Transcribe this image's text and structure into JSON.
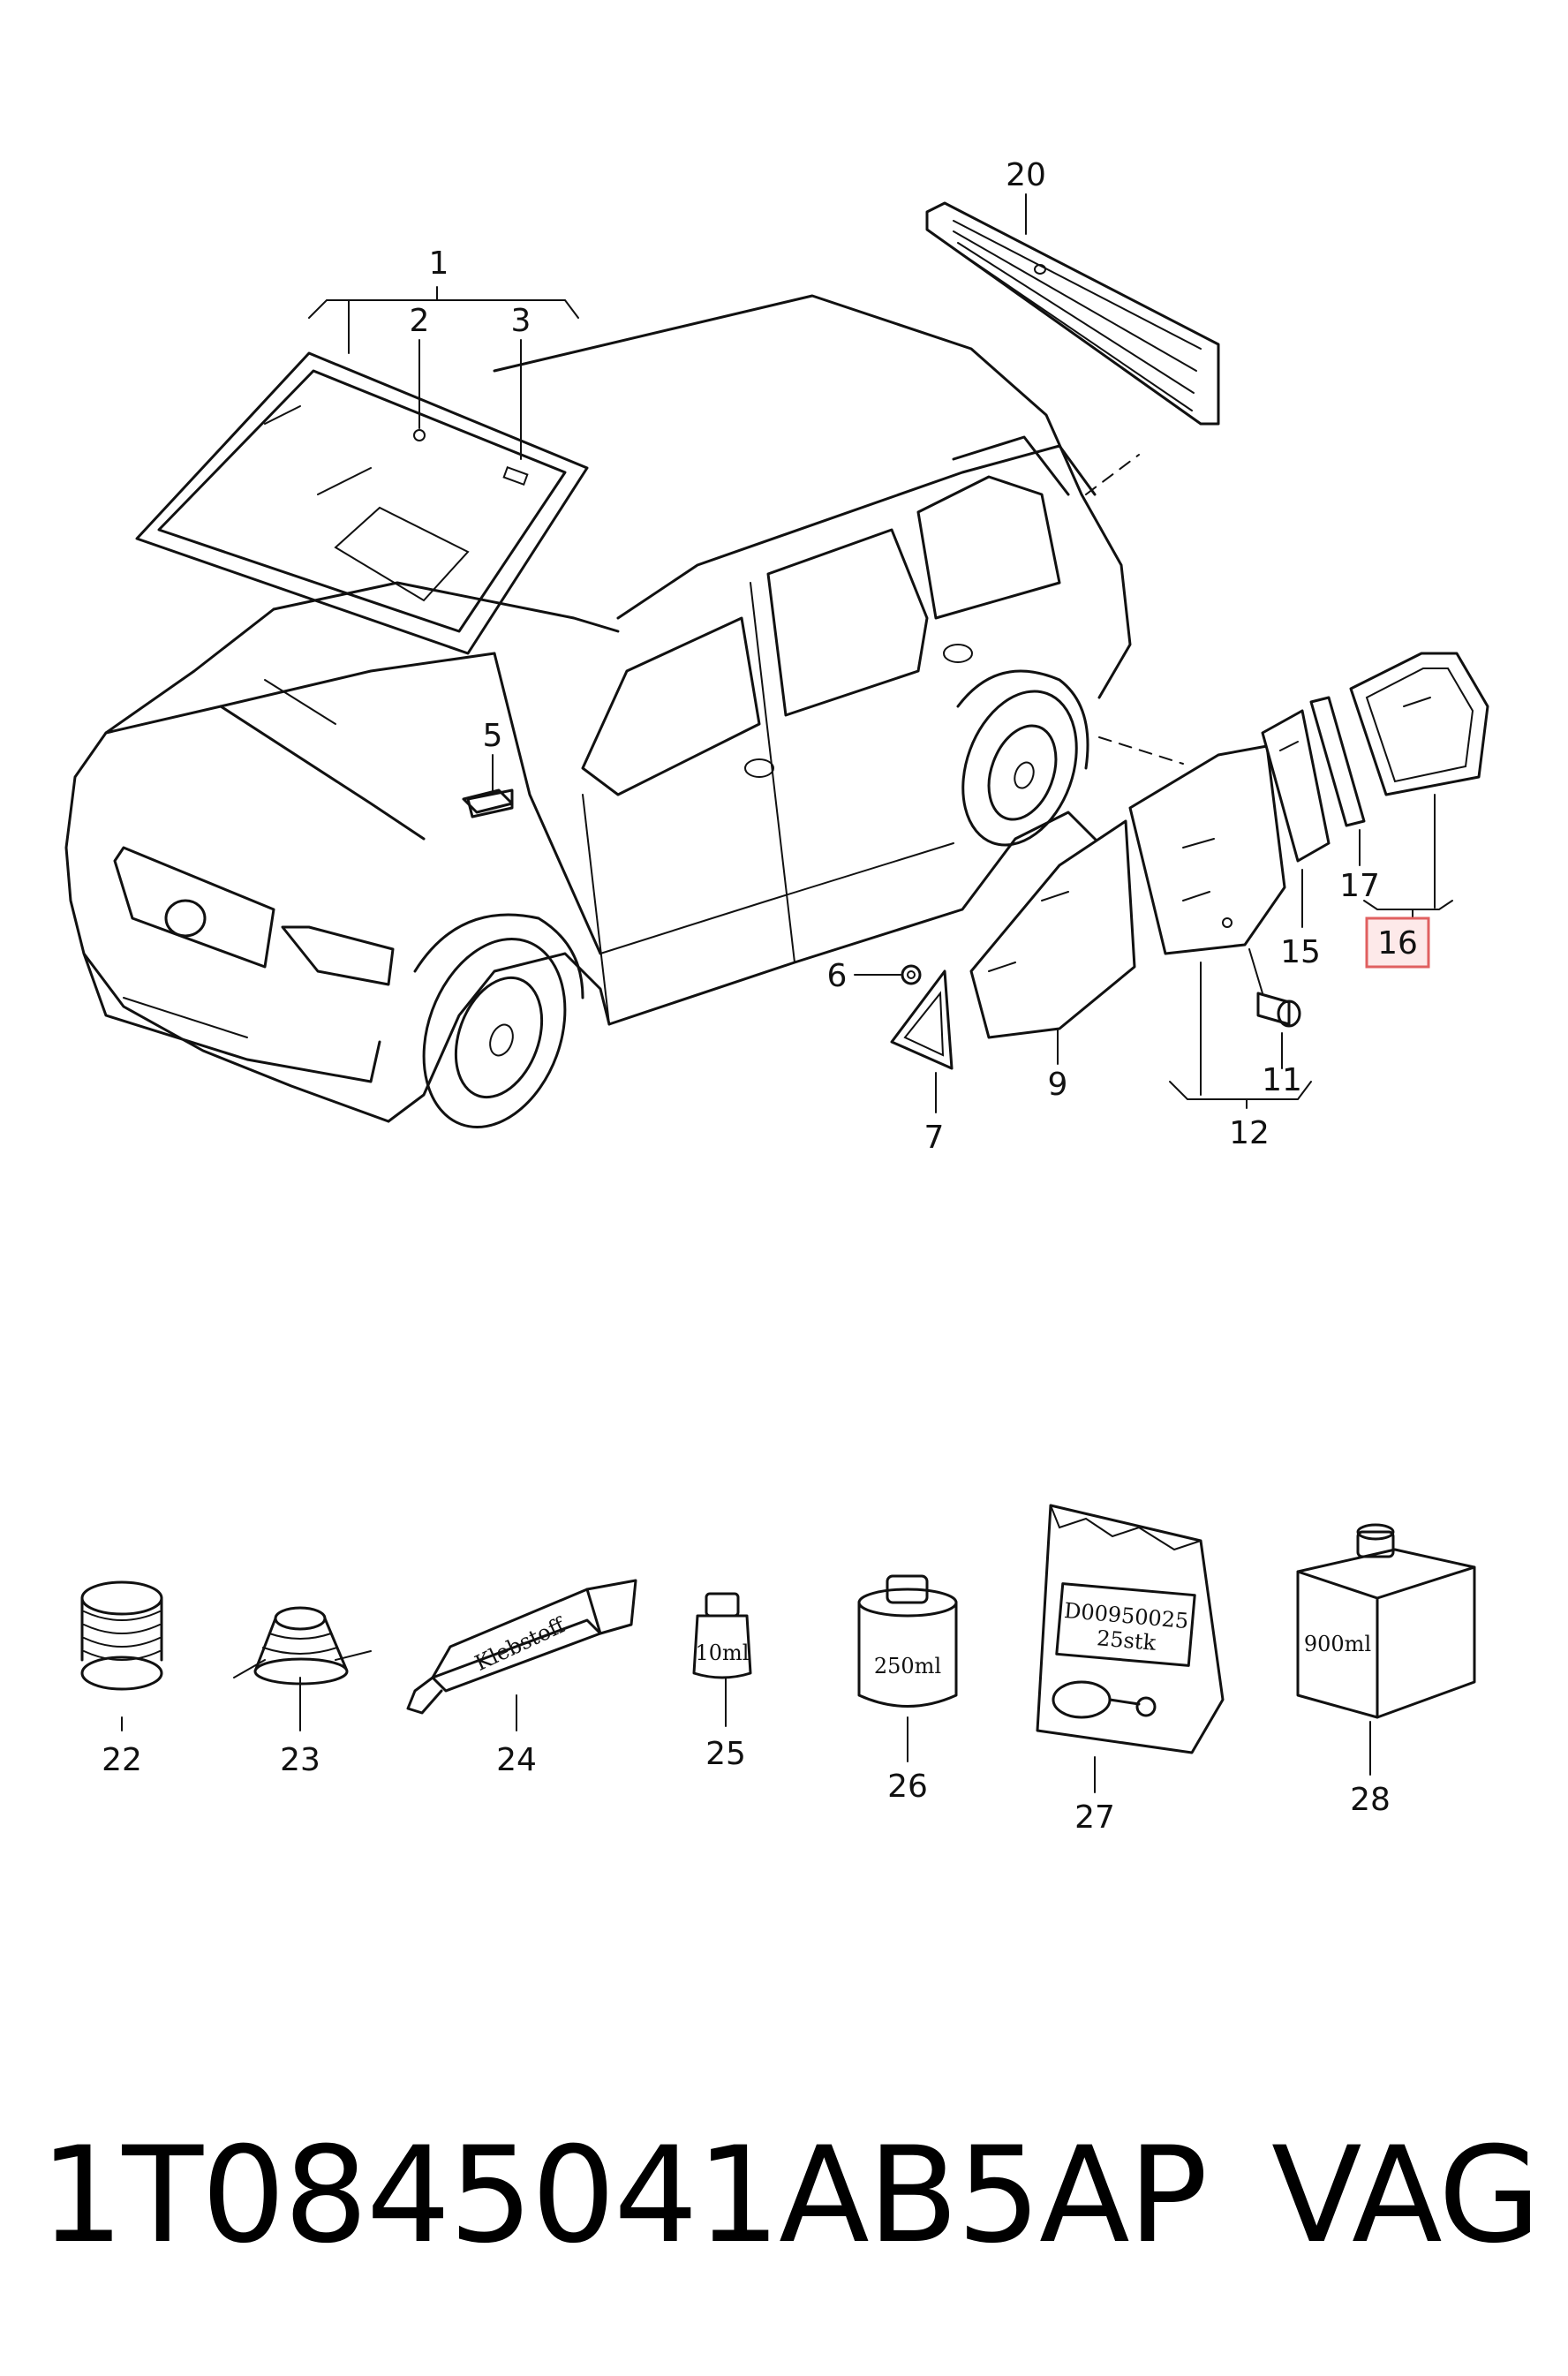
{
  "callouts": {
    "c1": "1",
    "c2": "2",
    "c3": "3",
    "c5": "5",
    "c6": "6",
    "c7": "7",
    "c9": "9",
    "c11": "11",
    "c12": "12",
    "c15": "15",
    "c16": "16",
    "c17": "17",
    "c20": "20",
    "c22": "22",
    "c23": "23",
    "c24": "24",
    "c25": "25",
    "c26": "26",
    "c27": "27",
    "c28": "28"
  },
  "highlighted_callout": "16",
  "package_labels": {
    "tube": "Klebstoff",
    "small_bottle": "10ml",
    "can": "250ml",
    "bag_line1": "D00950025",
    "bag_line2": "25stk",
    "box": "900ml"
  },
  "footer": {
    "part_number": "1T0845041AB5AP",
    "brand": "VAG"
  },
  "colors": {
    "highlight_fill": "#fde9e9",
    "highlight_border": "#e06060",
    "ink": "#111111"
  }
}
